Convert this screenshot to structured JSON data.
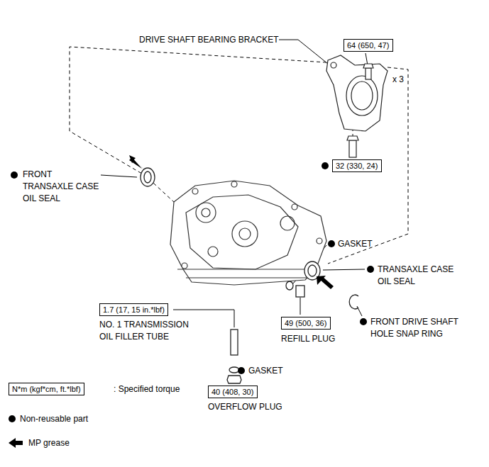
{
  "diagram": {
    "nodes": [
      {
        "text": [
          "64 (650, 47)"
        ]
      },
      {
        "text": [
          "32 (330, 24)"
        ]
      },
      {
        "text": [
          "1.7 (17, 15 in.*lbf)"
        ]
      },
      {
        "text": [
          "49 (500, 36)"
        ]
      },
      {
        "text": [
          "40 (408, 30)"
        ]
      },
      {
        "text": [
          "N*m (kgf*cm, ft.*lbf)"
        ]
      }
    ],
    "labels": [
      "DRIVE SHAFT BEARING BRACKET",
      "x 3",
      "FRONT TRANSAXLE CASE OIL SEAL",
      "GASKET",
      "TRANSAXLE CASE OIL SEAL",
      "FRONT DRIVE SHAFT HOLE SNAP RING",
      "NO. 1 TRANSMISSION OIL FILLER TUBE",
      "REFILL PLUG",
      "GASKET",
      "OVERFLOW PLUG"
    ],
    "legend": [
      {
        "text": ": Specified torque"
      },
      {
        "text": "Non-reusable part"
      },
      {
        "text": "MP grease"
      }
    ]
  }
}
